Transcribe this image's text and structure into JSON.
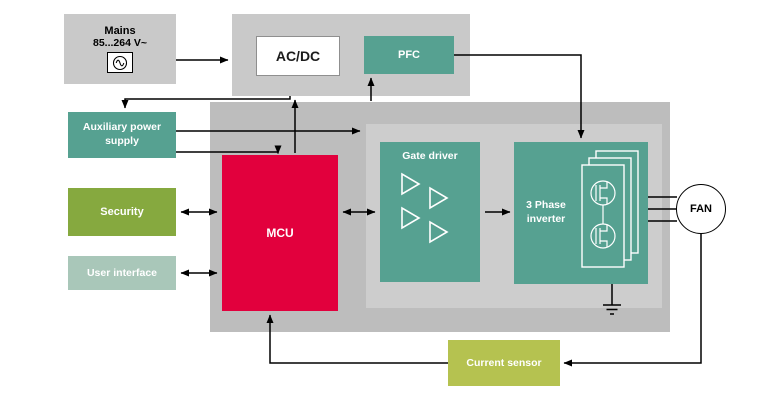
{
  "diagram": {
    "blocks": {
      "mains": {
        "title": "Mains",
        "subtitle": "85...264 V~"
      },
      "acdc": {
        "label": "AC/DC"
      },
      "pfc": {
        "label": "PFC"
      },
      "auxiliary_power_supply": {
        "label": "Auxiliary power supply"
      },
      "security": {
        "label": "Security"
      },
      "user_interface": {
        "label": "User interface"
      },
      "mcu": {
        "label": "MCU"
      },
      "gate_driver": {
        "label": "Gate driver"
      },
      "three_phase_inverter": {
        "label": "3 Phase inverter"
      },
      "fan": {
        "label": "FAN"
      },
      "current_sensor": {
        "label": "Current sensor"
      }
    },
    "icons": {
      "ac_source": "circle-with-sine-wave",
      "gate_driver": "amplifier-triangles",
      "inverter": "stacked-mosfet-cards",
      "ground": "earth-ground-symbol"
    },
    "colors": {
      "container_gray": "#c9c9c9",
      "main_container_gray": "#bdbdbd",
      "inner_container_gray": "#cdcdcd",
      "teal": "#56a191",
      "security_green": "#86a93f",
      "user_interface_green": "#a9c7b9",
      "mcu_red": "#e2003d",
      "current_sensor_green": "#b5c250",
      "line_black": "#000000"
    },
    "connections": [
      {
        "from": "mains",
        "to": "acdc",
        "type": "arrow"
      },
      {
        "from": "acdc",
        "to": "auxiliary_power_supply",
        "type": "arrow"
      },
      {
        "from": "auxiliary_power_supply",
        "to": "power_stage_section",
        "type": "arrow"
      },
      {
        "from": "auxiliary_power_supply",
        "to": "mcu",
        "type": "arrow"
      },
      {
        "from": "mcu",
        "to": "acdc",
        "type": "arrow"
      },
      {
        "from": "mcu",
        "to": "pfc",
        "type": "arrow"
      },
      {
        "from": "pfc",
        "to": "three_phase_inverter",
        "type": "arrow"
      },
      {
        "from": "security",
        "to": "mcu",
        "type": "double-arrow"
      },
      {
        "from": "user_interface",
        "to": "mcu",
        "type": "double-arrow"
      },
      {
        "from": "mcu",
        "to": "gate_driver",
        "type": "double-arrow"
      },
      {
        "from": "gate_driver",
        "to": "three_phase_inverter",
        "type": "arrow"
      },
      {
        "from": "three_phase_inverter",
        "to": "fan",
        "type": "three-phase-lines"
      },
      {
        "from": "three_phase_inverter",
        "to": "ground",
        "type": "line"
      },
      {
        "from": "fan",
        "to": "current_sensor",
        "type": "arrow"
      },
      {
        "from": "current_sensor",
        "to": "mcu",
        "type": "arrow"
      }
    ]
  }
}
